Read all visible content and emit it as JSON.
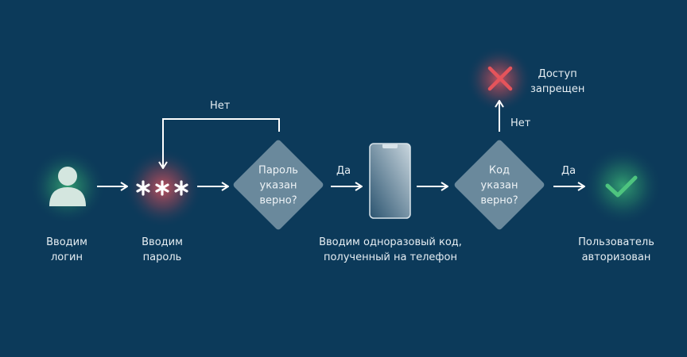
{
  "steps": {
    "login": {
      "line1": "Вводим",
      "line2": "логин",
      "icon": "user-icon"
    },
    "password": {
      "line1": "Вводим",
      "line2": "пароль",
      "icon": "asterisks-icon",
      "symbol": "* * *"
    },
    "password_check": {
      "line1": "Пароль",
      "line2": "указан",
      "line3": "верно?"
    },
    "otp": {
      "line1": "Вводим одноразовый код,",
      "line2": "полученный на телефон",
      "icon": "phone-icon"
    },
    "code_check": {
      "line1": "Код",
      "line2": "указан",
      "line3": "верно?"
    },
    "denied": {
      "line1": "Доступ",
      "line2": "запрещен",
      "icon": "cross-icon"
    },
    "authorized": {
      "line1": "Пользователь",
      "line2": "авторизован",
      "icon": "check-icon"
    }
  },
  "edges": {
    "password_no": "Нет",
    "password_yes": "Да",
    "code_no": "Нет",
    "code_yes": "Да"
  },
  "colors": {
    "background": "#0c3a5a",
    "diamond": "#6a899c",
    "success": "#4ec47f",
    "error": "#e0535a"
  }
}
